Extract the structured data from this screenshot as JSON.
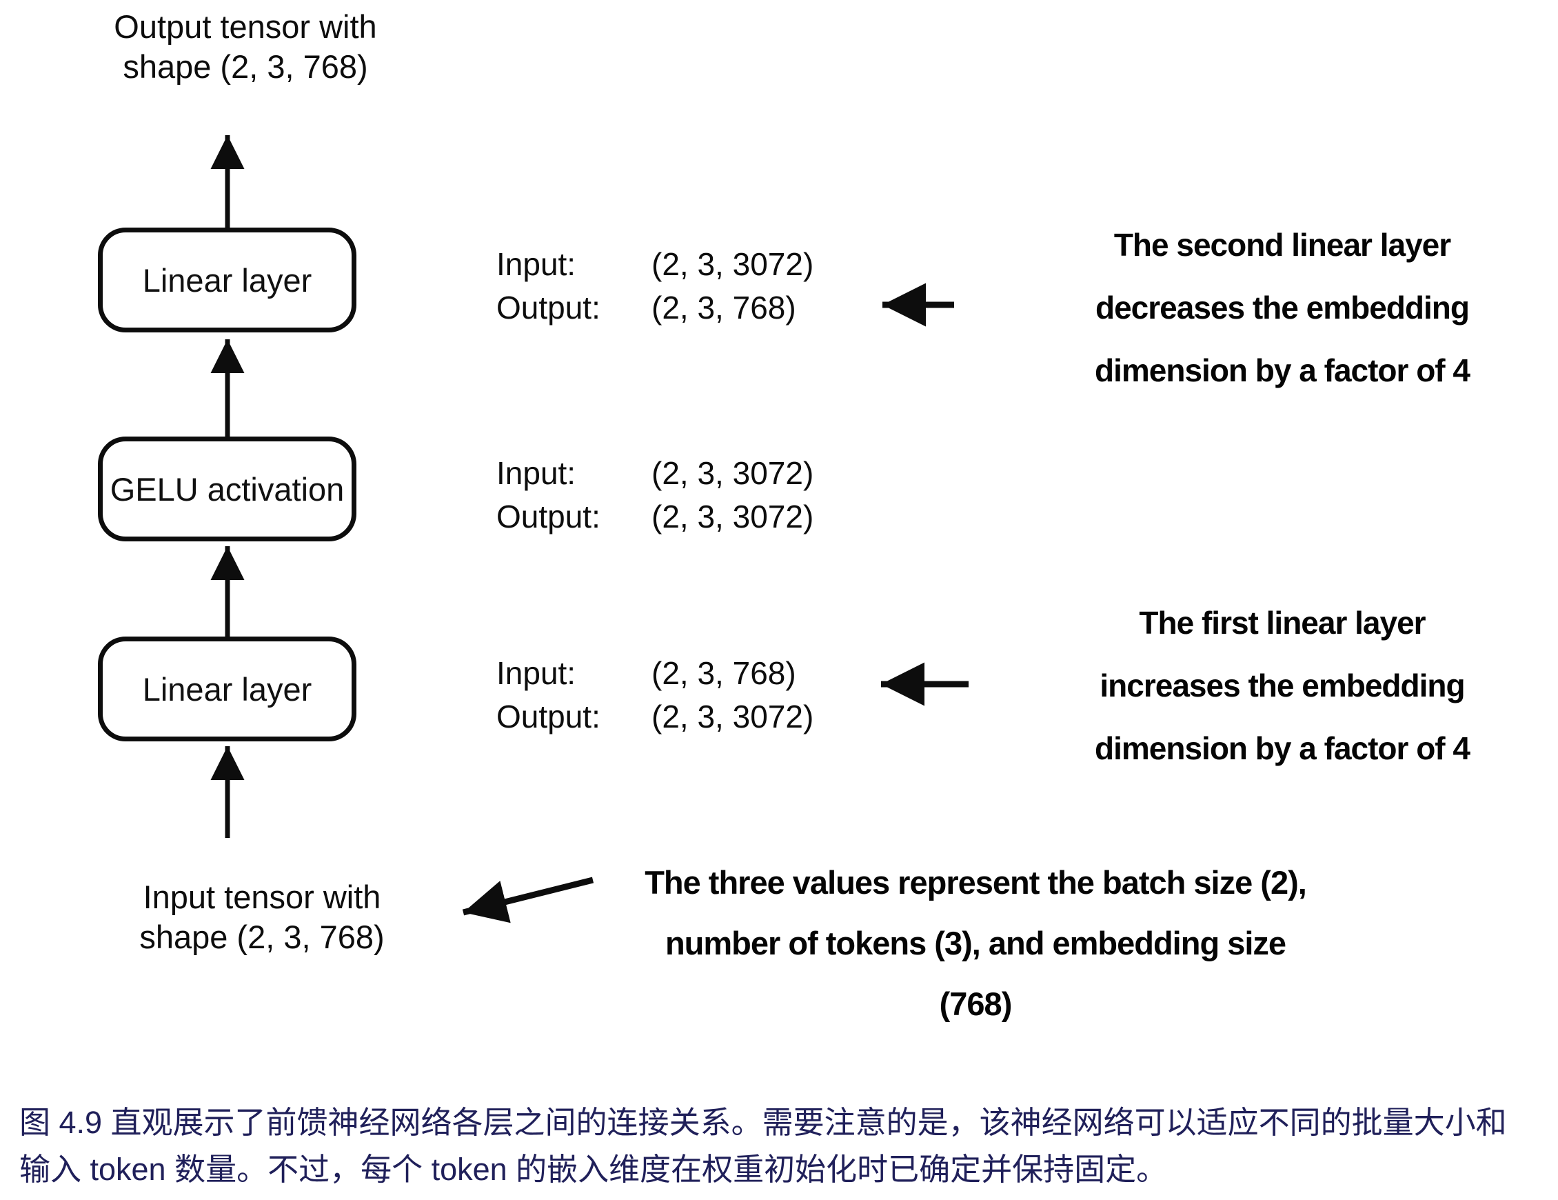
{
  "diagram": {
    "output_tensor_label": {
      "line1": "Output tensor with",
      "line2": "shape (2, 3, 768)"
    },
    "input_tensor_label": {
      "line1": "Input tensor with",
      "line2": "shape (2, 3, 768)"
    },
    "nodes": [
      {
        "label": "Linear layer",
        "io": {
          "input_label": "Input:",
          "input_value": "(2, 3, 3072)",
          "output_label": "Output:",
          "output_value": "(2, 3, 768)"
        }
      },
      {
        "label": "GELU activation",
        "io": {
          "input_label": "Input:",
          "input_value": "(2, 3, 3072)",
          "output_label": "Output:",
          "output_value": "(2, 3, 3072)"
        }
      },
      {
        "label": "Linear layer",
        "io": {
          "input_label": "Input:",
          "input_value": "(2, 3, 768)",
          "output_label": "Output:",
          "output_value": "(2, 3, 3072)"
        }
      }
    ],
    "annotations": {
      "second_linear": {
        "line1": "The second linear layer",
        "line2": "decreases the embedding",
        "line3": "dimension by a factor of 4"
      },
      "first_linear": {
        "line1": "The first linear layer",
        "line2": "increases the embedding",
        "line3": "dimension by a factor of 4"
      },
      "tensor_values": {
        "line1": "The three values represent the batch size (2),",
        "line2": "number of tokens (3), and embedding size",
        "line3": "(768)"
      }
    }
  },
  "caption": {
    "line1": "图 4.9 直观展示了前馈神经网络各层之间的连接关系。需要注意的是，该神经网络可以适应不同的批量大小和",
    "line2": "输入 token 数量。不过，每个 token 的嵌入维度在权重初始化时已确定并保持固定。"
  },
  "colors": {
    "ink": "#0d0d0d",
    "caption_text": "#20205a",
    "background": "#ffffff"
  }
}
